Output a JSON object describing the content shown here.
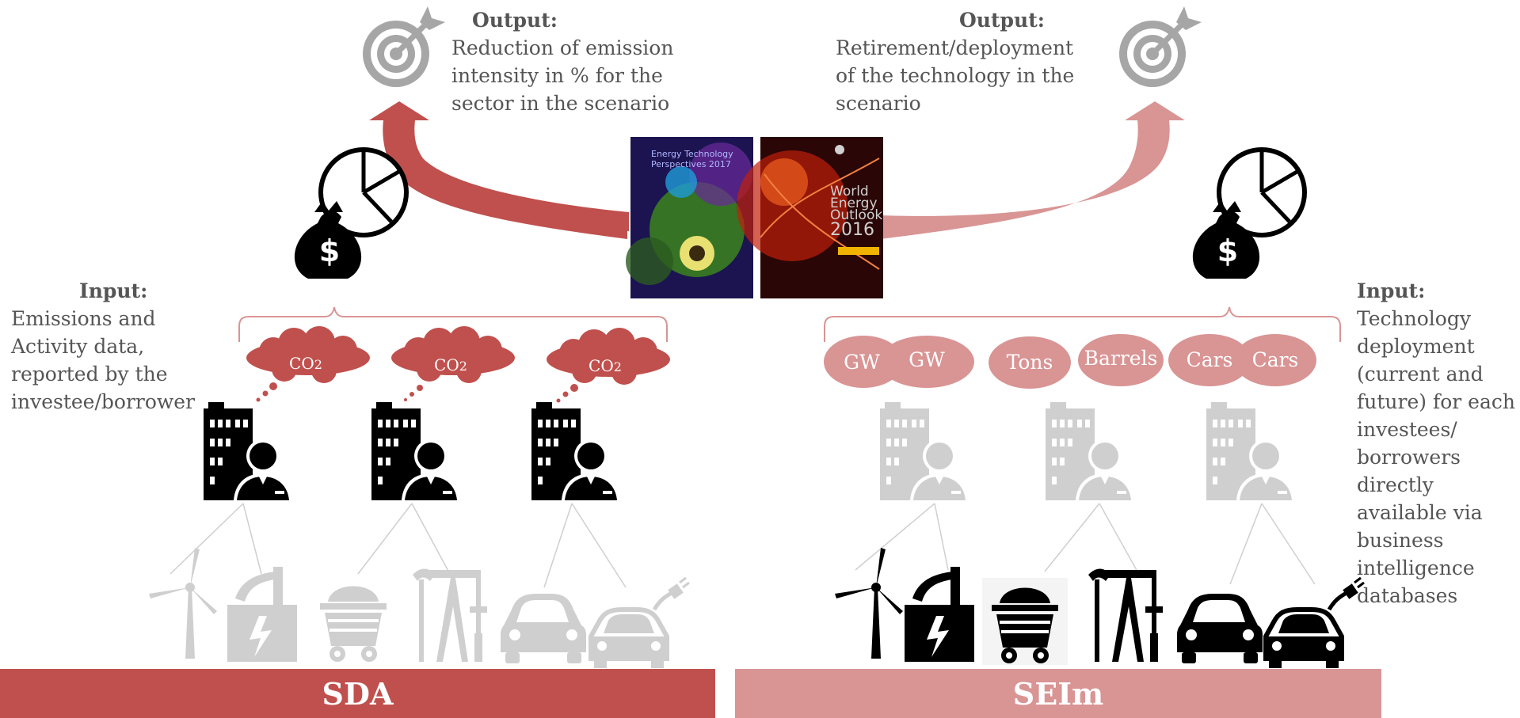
{
  "colors": {
    "sda_red": "#c0504d",
    "seim_pink": "#d99494",
    "grey_icon": "#cfcfcf",
    "target_grey": "#a6a6a6",
    "black": "#000000"
  },
  "left_output": {
    "title": "Output:",
    "line1": "Reduction of emission",
    "line2": "intensity  in % for the",
    "line3": "sector in the scenario"
  },
  "right_output": {
    "title": "Output:",
    "line1": "Retirement/deployment",
    "line2": "of the technology in the",
    "line3": "scenario"
  },
  "left_input": {
    "title": "Input:",
    "line1": "Emissions and",
    "line2": "Activity data,",
    "line3": "reported by the",
    "line4": "investee/borrower"
  },
  "right_input": {
    "title": "Input:",
    "lines": [
      "Technology",
      "deployment",
      "(current and",
      "future) for each",
      "investees/",
      "borrowers",
      "directly",
      "available via",
      "business",
      "intelligence",
      "databases"
    ]
  },
  "cloud_labels": [
    "CO2",
    "CO2",
    "CO2"
  ],
  "ellipse_labels": [
    "GW",
    "GW",
    "Tons",
    "Barrels",
    "Cars",
    "Cars"
  ],
  "books": {
    "left_title": "Energy Technology Perspectives 2017",
    "right_title_1": "World",
    "right_title_2": "Energy",
    "right_title_3": "Outlook",
    "right_year": "2016"
  },
  "bars": {
    "left": "SDA",
    "right": "SEIm"
  },
  "icons": {
    "target": "target-icon",
    "money_pie": "money-bag-pie-chart-icon",
    "building_person": "office-building-person-icon",
    "wind": "wind-turbine-icon",
    "factory": "power-plant-icon",
    "coal": "coal-cart-icon",
    "oil": "oil-pump-icon",
    "car": "car-icon",
    "ev": "electric-car-icon"
  }
}
